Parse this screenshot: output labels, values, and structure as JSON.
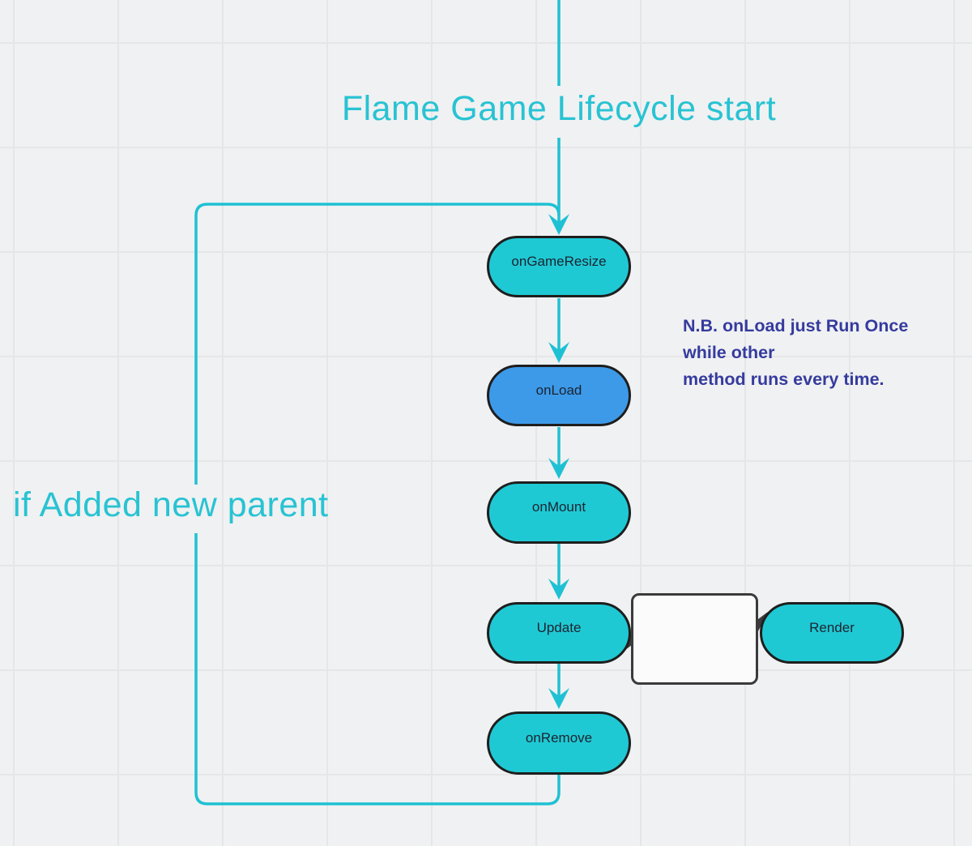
{
  "title": "Flame Game Lifecycle start",
  "side_label": "if Added new parent",
  "note": {
    "lines": [
      "N.B. onLoad just Run Once",
      "while other",
      "method runs every time."
    ]
  },
  "nodes": [
    {
      "id": "onGameResize",
      "label": "onGameResize",
      "fill": "turquoise"
    },
    {
      "id": "onLoad",
      "label": "onLoad",
      "fill": "blue"
    },
    {
      "id": "onMount",
      "label": "onMount",
      "fill": "turquoise"
    },
    {
      "id": "update",
      "label": "Update",
      "fill": "turquoise"
    },
    {
      "id": "render",
      "label": "Render",
      "fill": "turquoise"
    },
    {
      "id": "onRemove",
      "label": "onRemove",
      "fill": "turquoise"
    }
  ],
  "colors": {
    "bg": "#f0f1f2",
    "grid": "#e6e6e8",
    "line": "#1ec1d3",
    "accent-text": "#28c3d3",
    "node-fill": "#1fc9d4",
    "node-fill-alt": "#3d9ae9",
    "node-border": "#1e1e1e",
    "node-text": "#1c2430",
    "note-text": "#353b9e",
    "dark": "#3b3b3b",
    "box-fill": "#fbfbfc"
  }
}
